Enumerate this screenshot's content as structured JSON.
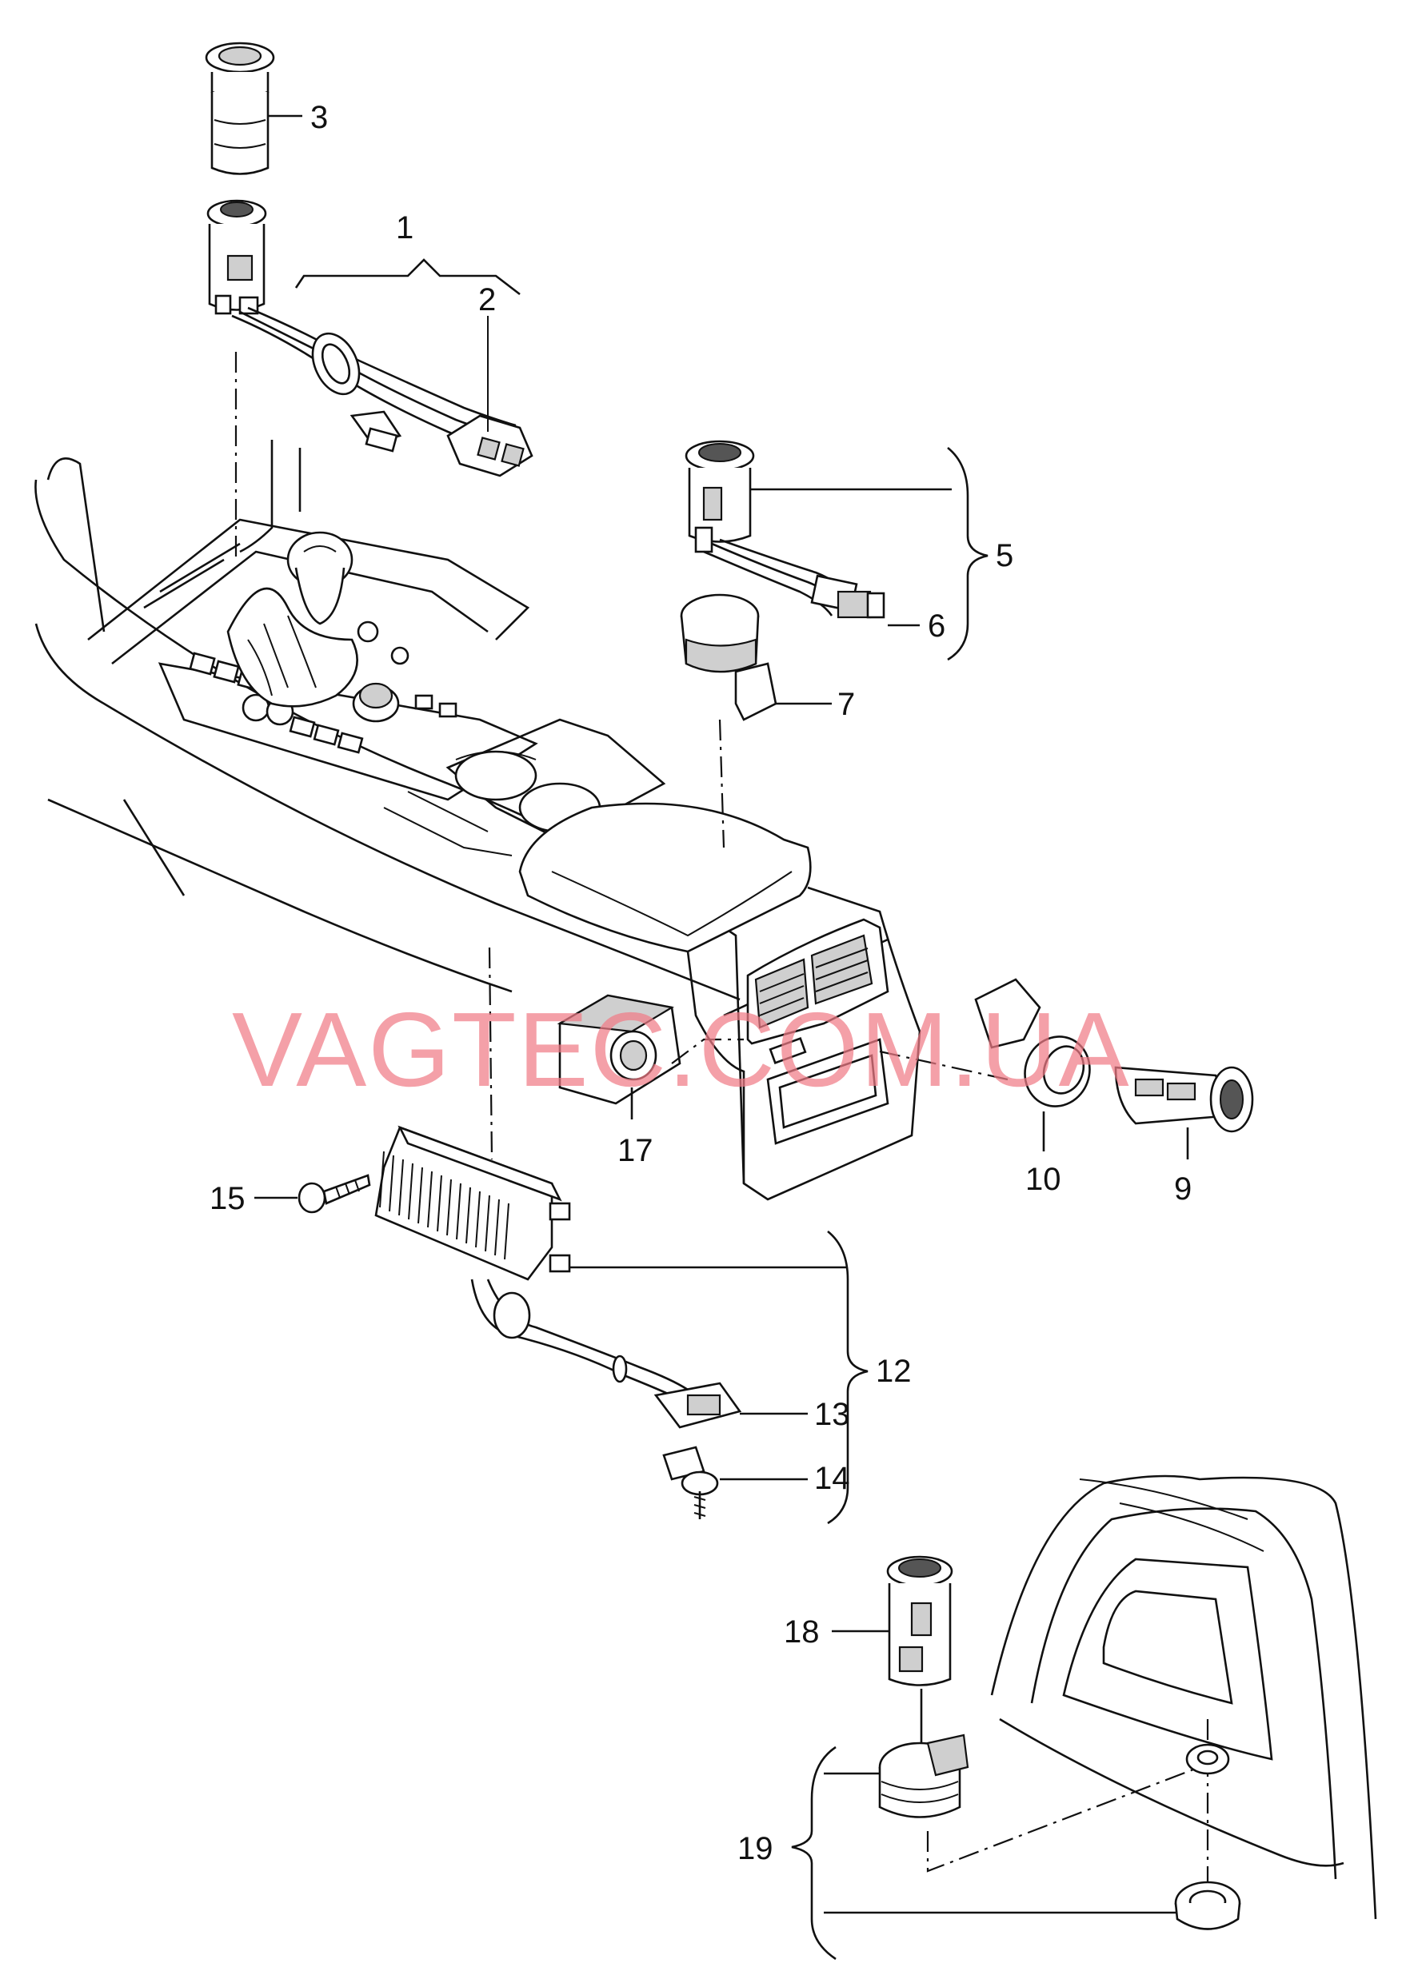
{
  "watermark": "VAGTEC.COM.UA",
  "labels": {
    "l1": "1",
    "l2": "2",
    "l3": "3",
    "l5": "5",
    "l6": "6",
    "l7": "7",
    "l9": "9",
    "l10": "10",
    "l12": "12",
    "l13": "13",
    "l14": "14",
    "l15": "15",
    "l17": "17",
    "l18": "18",
    "l19": "19"
  }
}
